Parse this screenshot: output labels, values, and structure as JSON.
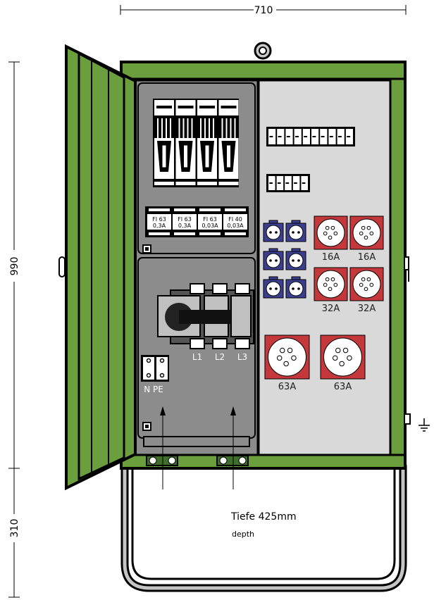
{
  "dimensions": {
    "width": "710",
    "height_cabinet": "990",
    "height_stand": "310"
  },
  "depth": {
    "label": "Tiefe 425mm",
    "sublabel": "depth"
  },
  "rcd_labels": [
    {
      "rating": "FI 63",
      "sensitivity": "0,3A"
    },
    {
      "rating": "FI 63",
      "sensitivity": "0,3A"
    },
    {
      "rating": "FI 63",
      "sensitivity": "0,03A"
    },
    {
      "rating": "FI 40",
      "sensitivity": "0,03A"
    }
  ],
  "switch_terminals": [
    "L1",
    "L2",
    "L3"
  ],
  "neutral_terminals": "N PE",
  "sockets": {
    "row1": [
      "16A",
      "16A"
    ],
    "row2": [
      "32A",
      "32A"
    ],
    "row3": [
      "63A",
      "63A"
    ]
  },
  "colors": {
    "green": "#6b9e3c",
    "red": "#c4373a",
    "blue": "#3b3f8f",
    "panel": "#8c8c8c",
    "light_panel": "#d9d9d9"
  }
}
